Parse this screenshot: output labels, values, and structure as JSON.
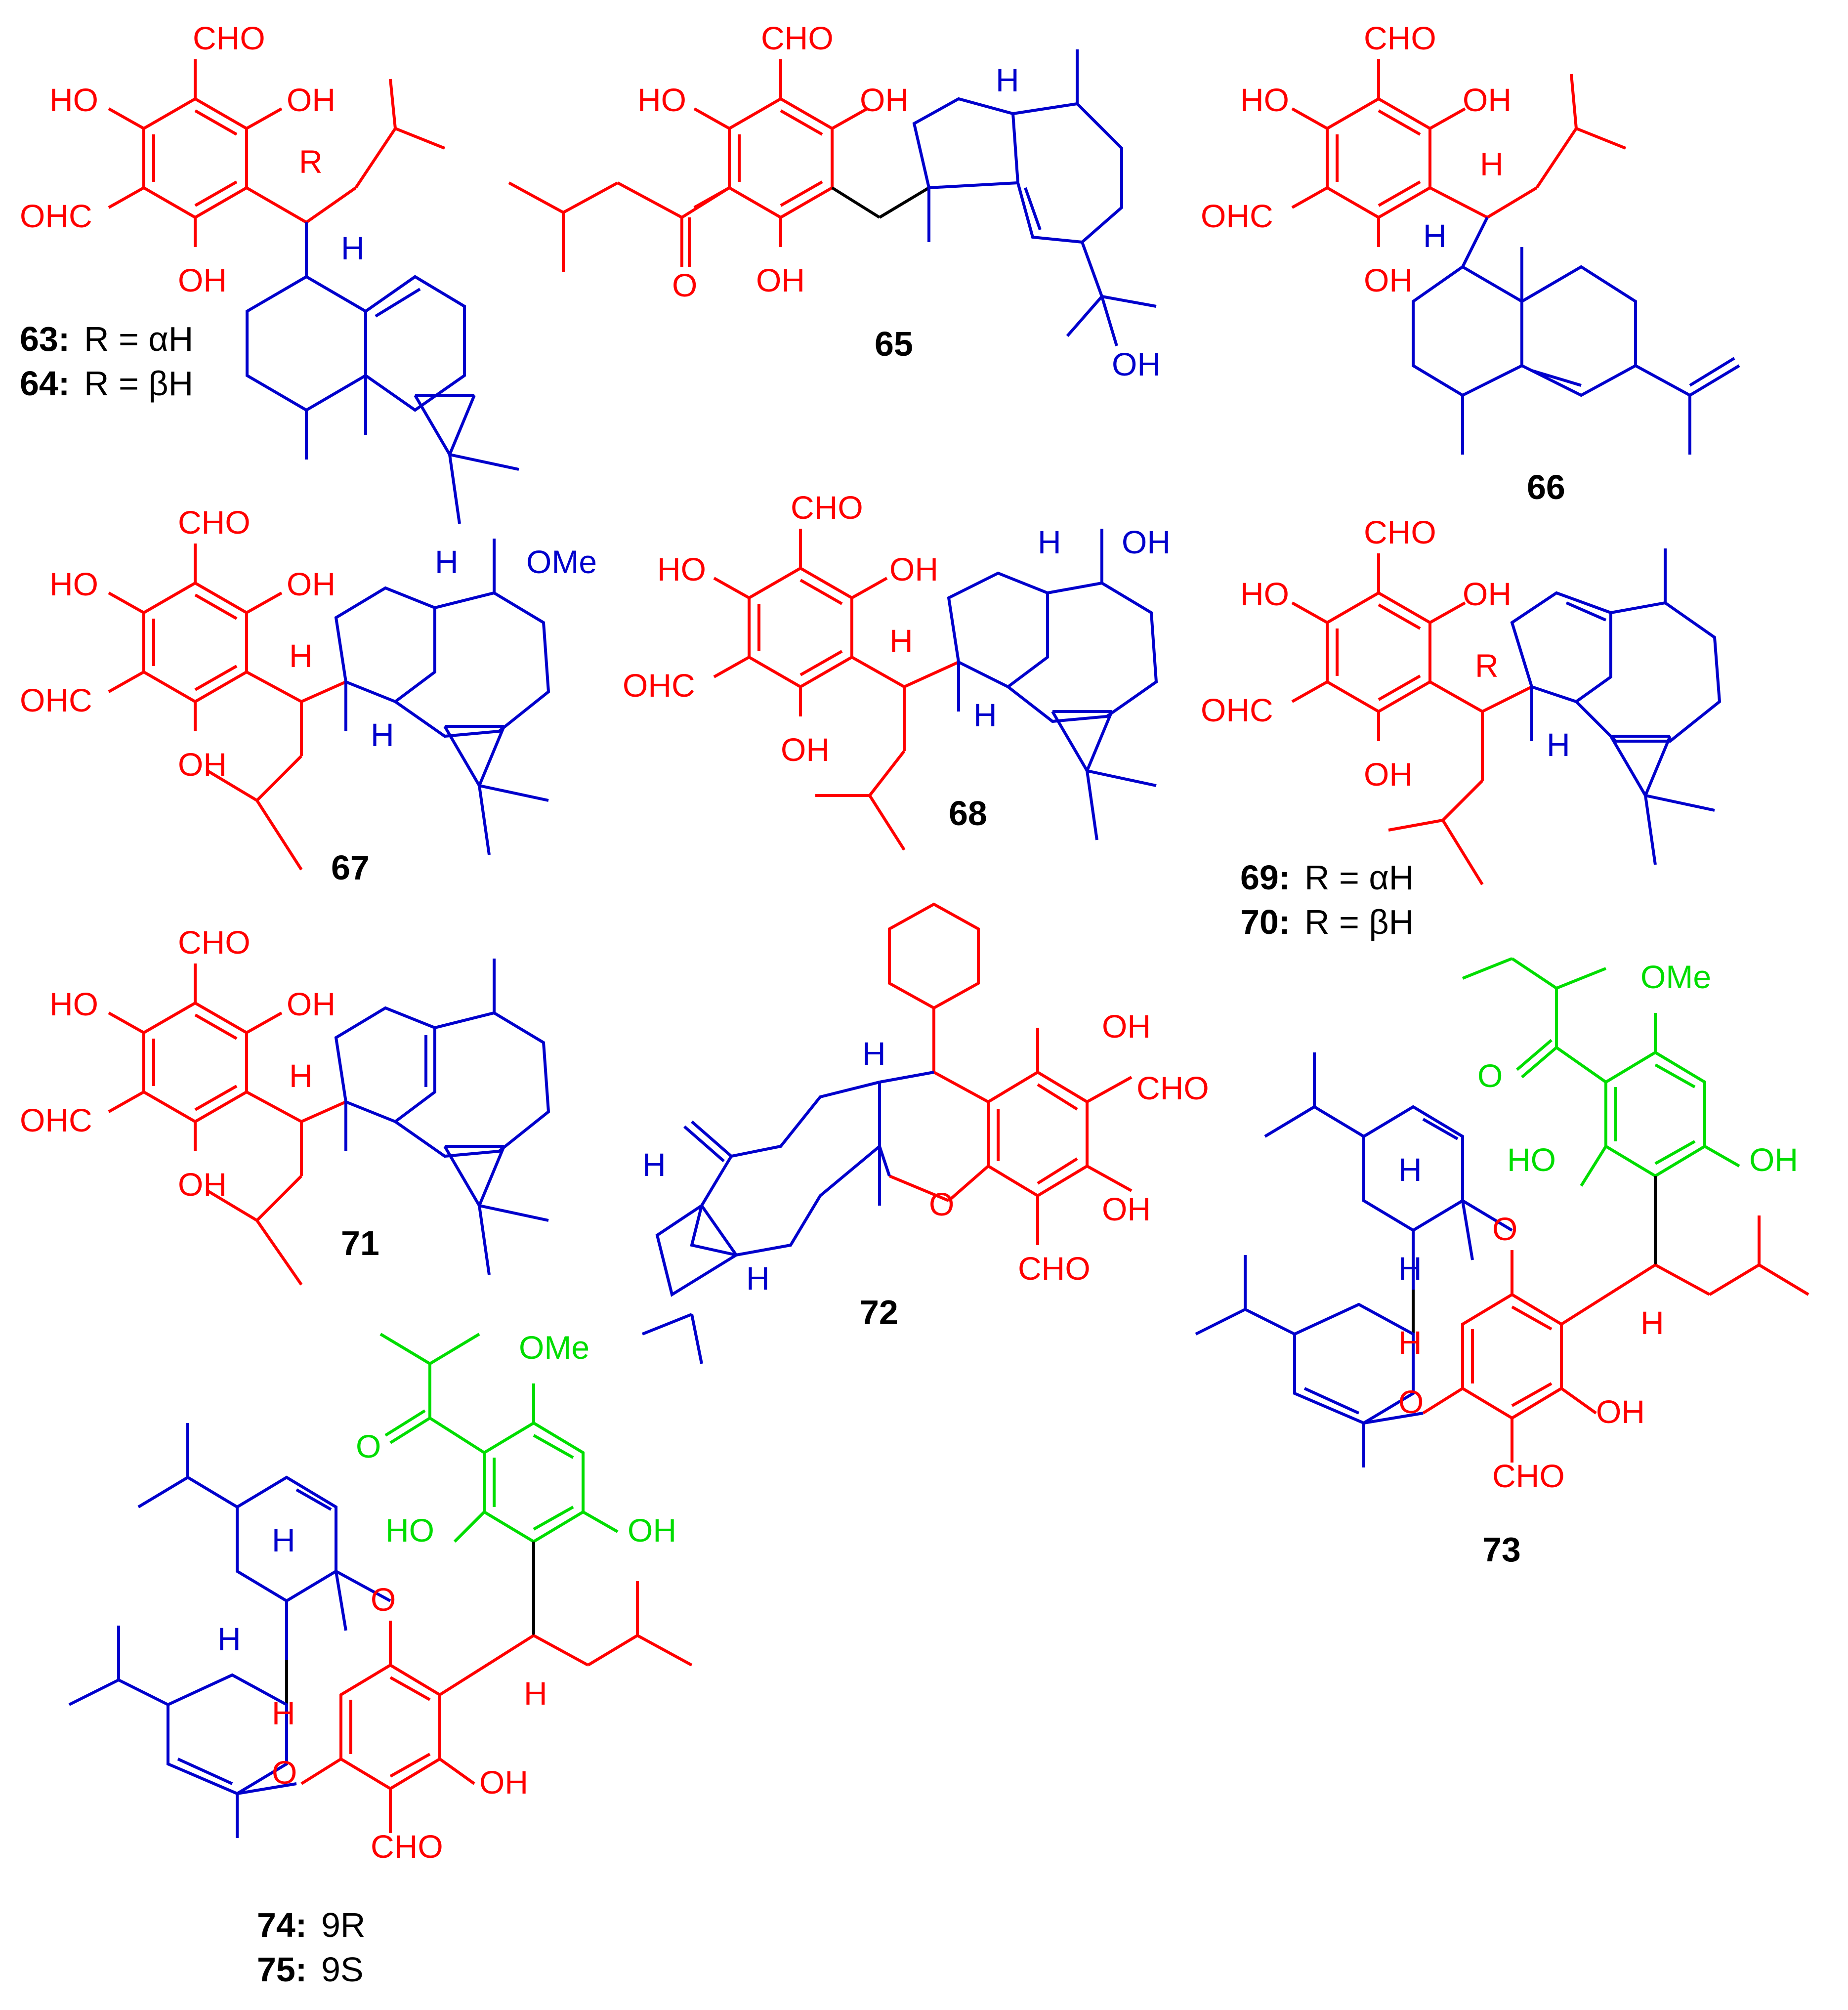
{
  "colors": {
    "red": "#ff0000",
    "blue": "#0000cc",
    "green": "#00dd00",
    "black": "#000000"
  },
  "atoms": {
    "cho": "CHO",
    "ohc": "OHC",
    "oh": "OH",
    "ho": "HO",
    "h": "H",
    "r": "R",
    "o": "O",
    "ome": "OMe"
  },
  "compounds": {
    "c63_64": {
      "num1": "63:",
      "cap1": "R = αH",
      "num2": "64:",
      "cap2": "R = βH"
    },
    "c65": {
      "num": "65"
    },
    "c66": {
      "num": "66"
    },
    "c67": {
      "num": "67"
    },
    "c68": {
      "num": "68"
    },
    "c69_70": {
      "num1": "69:",
      "cap1": "R = αH",
      "num2": "70:",
      "cap2": "R = βH"
    },
    "c71": {
      "num": "71"
    },
    "c72": {
      "num": "72"
    },
    "c73": {
      "num": "73"
    },
    "c74_75": {
      "num1": "74:",
      "cap1": "9R",
      "num2": "75:",
      "cap2": "9S"
    }
  }
}
